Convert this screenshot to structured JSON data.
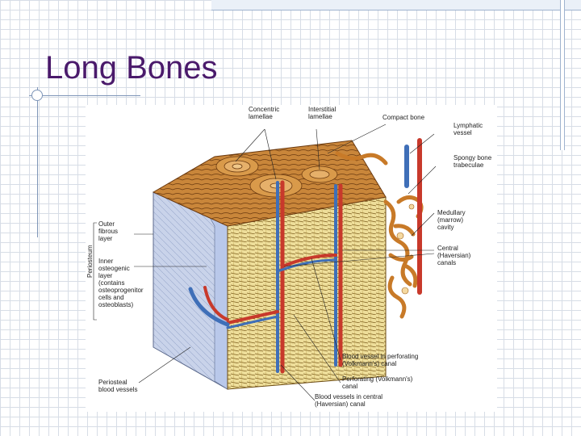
{
  "slide": {
    "title": "Long Bones"
  },
  "figure": {
    "labels": {
      "concentric": [
        "Concentric",
        "lamellae"
      ],
      "interstitial": [
        "Interstitial",
        "lamellae"
      ],
      "compact": "Compact bone",
      "lymphatic": [
        "Lymphatic",
        "vessel"
      ],
      "spongy": [
        "Spongy bone",
        "trabeculae"
      ],
      "medullary": [
        "Medullary",
        "(marrow)",
        "cavity"
      ],
      "central": [
        "Central",
        "(Haversian)",
        "canals"
      ],
      "periosteum": "Periosteum",
      "outer": [
        "Outer",
        "fibrous",
        "layer"
      ],
      "inner": [
        "Inner",
        "osteogenic",
        "layer",
        "(contains",
        "osteoprogenitor",
        "cells and",
        "osteoblasts)"
      ],
      "perforating_vessel": [
        "Blood vessel in perforating",
        "(Volkmann's) canal"
      ],
      "perforating_canal": [
        "Perforating (Volkmann's)",
        "canal"
      ],
      "central_vessels": [
        "Blood vessels in central",
        "(Haversian) canal"
      ],
      "periosteal": [
        "Periosteal",
        "blood vessels"
      ]
    }
  }
}
